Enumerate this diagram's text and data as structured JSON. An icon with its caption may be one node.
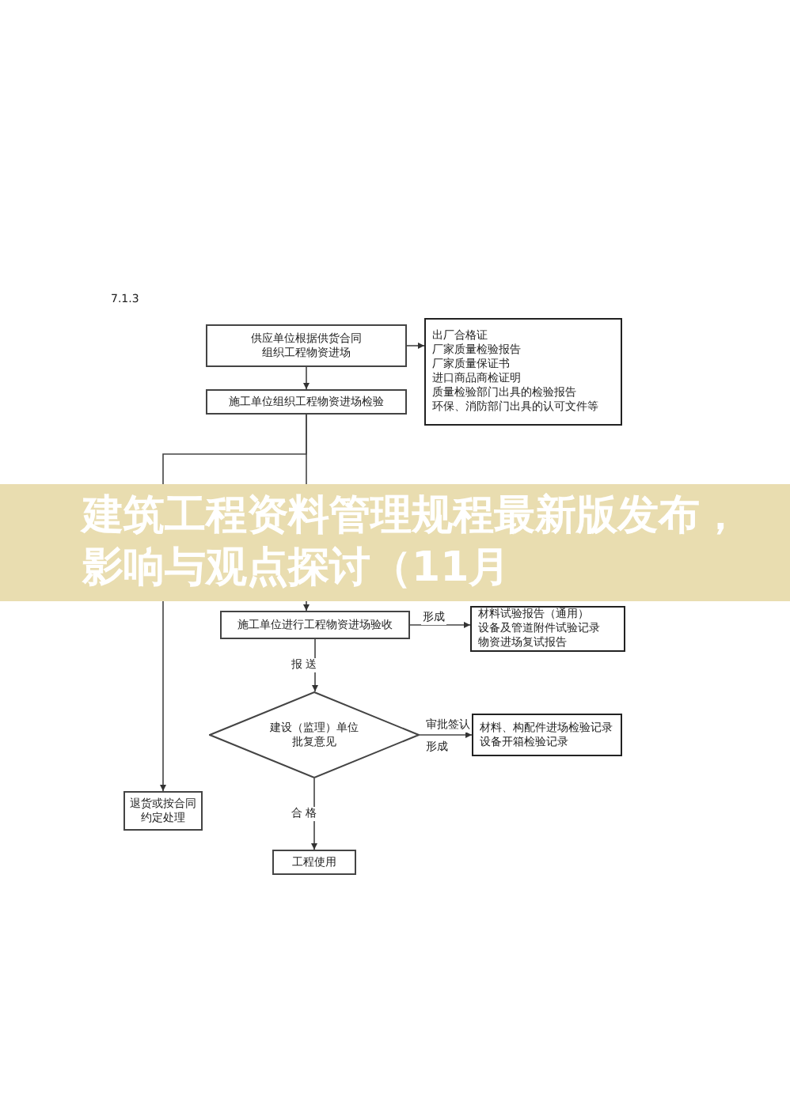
{
  "diagram": {
    "title": "建筑工程资料管理规程最新版发布，影响与观点探讨（11月",
    "nodes": [
      {
        "text": [
          "供应单位根据供货合同组织工程物资进场"
        ]
      },
      {
        "text": [
          "出厂合格证",
          "厂家质量检验报告",
          "厂家质量保证书",
          "进口商品商检证明",
          "质量检验部门出具的检验报告",
          "环保、消防部门出具的认可文件等"
        ]
      },
      {
        "text": [
          "施工单位组织工程物资进场检验"
        ]
      },
      {
        "text": [
          "施工单位进行工程物资进场验收"
        ]
      },
      {
        "text": [
          "材料试验报告（通用）",
          "设备及管道附件试验记录",
          "物资进场复试报告"
        ]
      },
      {
        "text": [
          "建设（监理）单位批复意见"
        ]
      },
      {
        "text": [
          "材料、构配件进场检验记录",
          "设备开箱检验记录"
        ]
      },
      {
        "text": [
          "退货或按合同约定处理"
        ]
      },
      {
        "text": [
          "工程使用"
        ]
      }
    ],
    "edges": [
      {
        "from": 0,
        "to": 1,
        "arrow": "to"
      },
      {
        "from": 0,
        "to": 2,
        "arrow": "to"
      },
      {
        "from": 2,
        "to": 7,
        "arrow": "to"
      },
      {
        "from": 2,
        "to": 3,
        "arrow": "to"
      },
      {
        "from": 3,
        "to": 4,
        "arrow": "to",
        "label": "形成"
      },
      {
        "from": 3,
        "to": 5,
        "arrow": "to",
        "label": "报 送"
      },
      {
        "from": 5,
        "to": 6,
        "arrow": "to",
        "label": "审批签认"
      },
      {
        "from": 5,
        "to": 8,
        "arrow": "to",
        "label": "合 格"
      }
    ],
    "labels": [
      "7.1.3",
      "形成"
    ]
  }
}
